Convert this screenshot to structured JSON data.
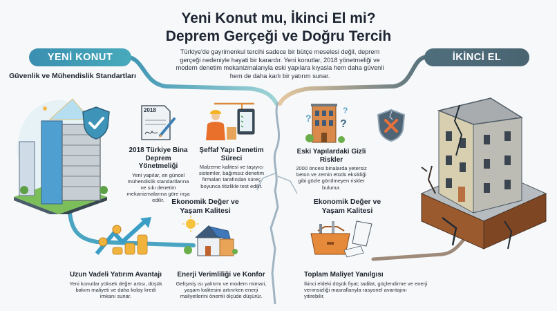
{
  "header": {
    "title_line1": "Yeni Konut mu, İkinci El mi?",
    "title_line2": "Deprem Gerçeği ve Doğru Tercih",
    "intro": "Türkiye'de gayrimenkul tercihi sadece bir bütçe meselesi değil, deprem gerçeği nedeniyle hayati bir karardır. Yeni konutlar, 2018 yönetmeliği ve modern denetim mekanizmalarıyla eski yapılara kıyasla hem daha güvenli hem de daha karlı bir yatırım sunar."
  },
  "left": {
    "ribbon": "YENİ KONUT",
    "section_title": "Güvenlik ve Mühendislik Standartları",
    "economy_title": "Ekonomik Değer ve Yaşam Kalitesi",
    "cards": [
      {
        "title": "2018 Türkiye Bina Deprem Yönetmeliği",
        "text": "Yeni yapılar, en güncel mühendislik standartlarına ve sıkı denetim mekanizmalarına göre inşa edilir.",
        "icon": "regulation-document-icon",
        "doc_label": "2018"
      },
      {
        "title": "Şeffaf Yapı Denetim Süreci",
        "text": "Malzeme kalitesi ve taşıyıcı sistemler, bağımsız denetim firmaları tarafından süreç boyunca titizlikle test edilir.",
        "icon": "construction-inspector-icon"
      },
      {
        "title": "Uzun Vadeli Yatırım Avantajı",
        "text": "Yeni konutlar yüksek değer artısı, düşük bakım maliyeti ve daha kolay kredi imkanı sunar.",
        "icon": "growth-coins-icon"
      },
      {
        "title": "Enerji Verimliliği ve Konfor",
        "text": "Gelişmiş ısı yalıtımı ve modern mimari, yaşam kalitesini artırırken enerji maliyetlerini önemli ölçüde düşürür.",
        "icon": "solar-house-icon"
      }
    ]
  },
  "right": {
    "ribbon": "İKİNCİ EL",
    "economy_title": "Ekonomik Değer ve Yaşam Kalitesi",
    "cards": [
      {
        "title": "Eski Yapılardaki Gizli Riskler",
        "text": "2000 öncesi binalarda yetersiz beton ve zemin etüdü eksikliği gibi gözle görülmeyen riskler bulunur.",
        "icon": "old-building-question-icon"
      },
      {
        "title": "Toplam Maliyet Yanılgısı",
        "text": "İkinci eldeki düşük fiyat; tadilat, güçlendirme ve enerji verimsizliği masraflarıyla rasyonel avantajını yitirebilir.",
        "icon": "toolbox-icon"
      }
    ]
  },
  "colors": {
    "new_accent": "#3f9fb8",
    "old_accent": "#4f6b78",
    "title_text": "#1d2533",
    "warning_orange": "#e8703a"
  }
}
